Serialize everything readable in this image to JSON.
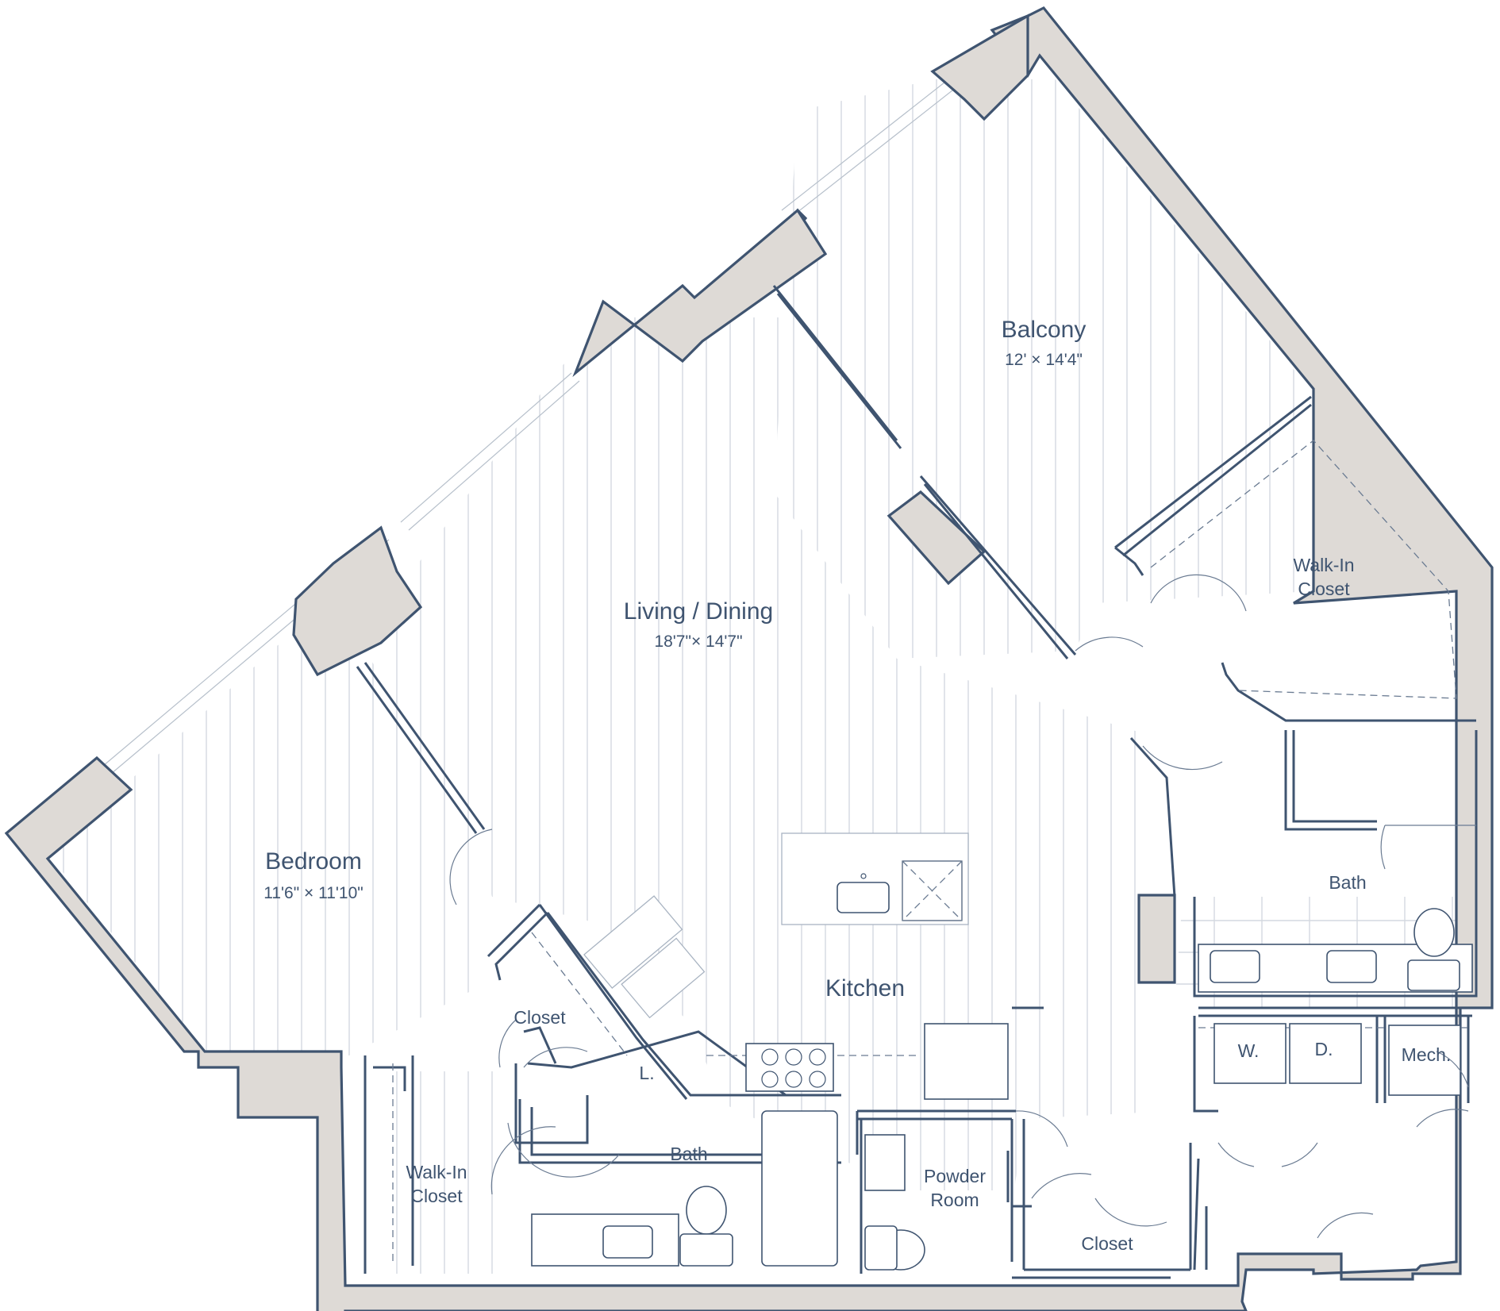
{
  "rooms": {
    "balcony": {
      "name": "Balcony",
      "dims": "12' × 14'4\""
    },
    "living": {
      "name": "Living / Dining",
      "dims": "18'7\"× 14'7\""
    },
    "bedroom": {
      "name": "Bedroom",
      "dims": "11'6\" × 11'10\""
    },
    "kitchen": {
      "name": "Kitchen"
    },
    "wic_right": {
      "name1": "Walk-In",
      "name2": "Closet"
    },
    "wic_left": {
      "name1": "Walk-In",
      "name2": "Closet"
    },
    "bath_right": {
      "name": "Bath"
    },
    "bath_left": {
      "name": "Bath"
    },
    "closet_left": {
      "name": "Closet"
    },
    "closet_bottom": {
      "name": "Closet"
    },
    "powder": {
      "name1": "Powder",
      "name2": "Room"
    },
    "washer": {
      "name": "W."
    },
    "dryer": {
      "name": "D."
    },
    "mech": {
      "name": "Mech."
    },
    "linen": {
      "name": "L."
    }
  },
  "colors": {
    "wall_fill": "#dedad6",
    "outline": "#3f5470",
    "floor_lines": "#d4d9e0"
  }
}
